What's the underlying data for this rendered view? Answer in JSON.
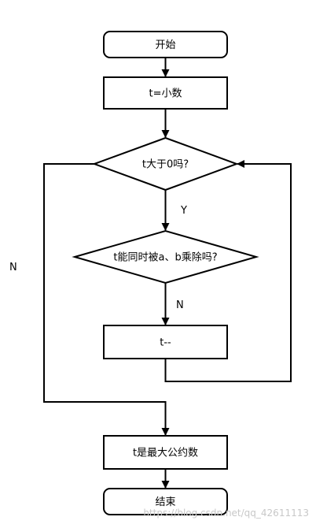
{
  "flowchart": {
    "nodes": {
      "start": "开始",
      "assign": "t=小数",
      "cond_positive": "t大于0吗?",
      "cond_divisible": "t能同时被a、b乘除吗?",
      "decrement": "t--",
      "result": "t是最大公约数",
      "end": "结束"
    },
    "edges": {
      "yes_label": "Y",
      "no_label_inner": "N",
      "no_label_outer": "N"
    }
  },
  "watermark": "https://blog.csdn.net/qq_42611113"
}
